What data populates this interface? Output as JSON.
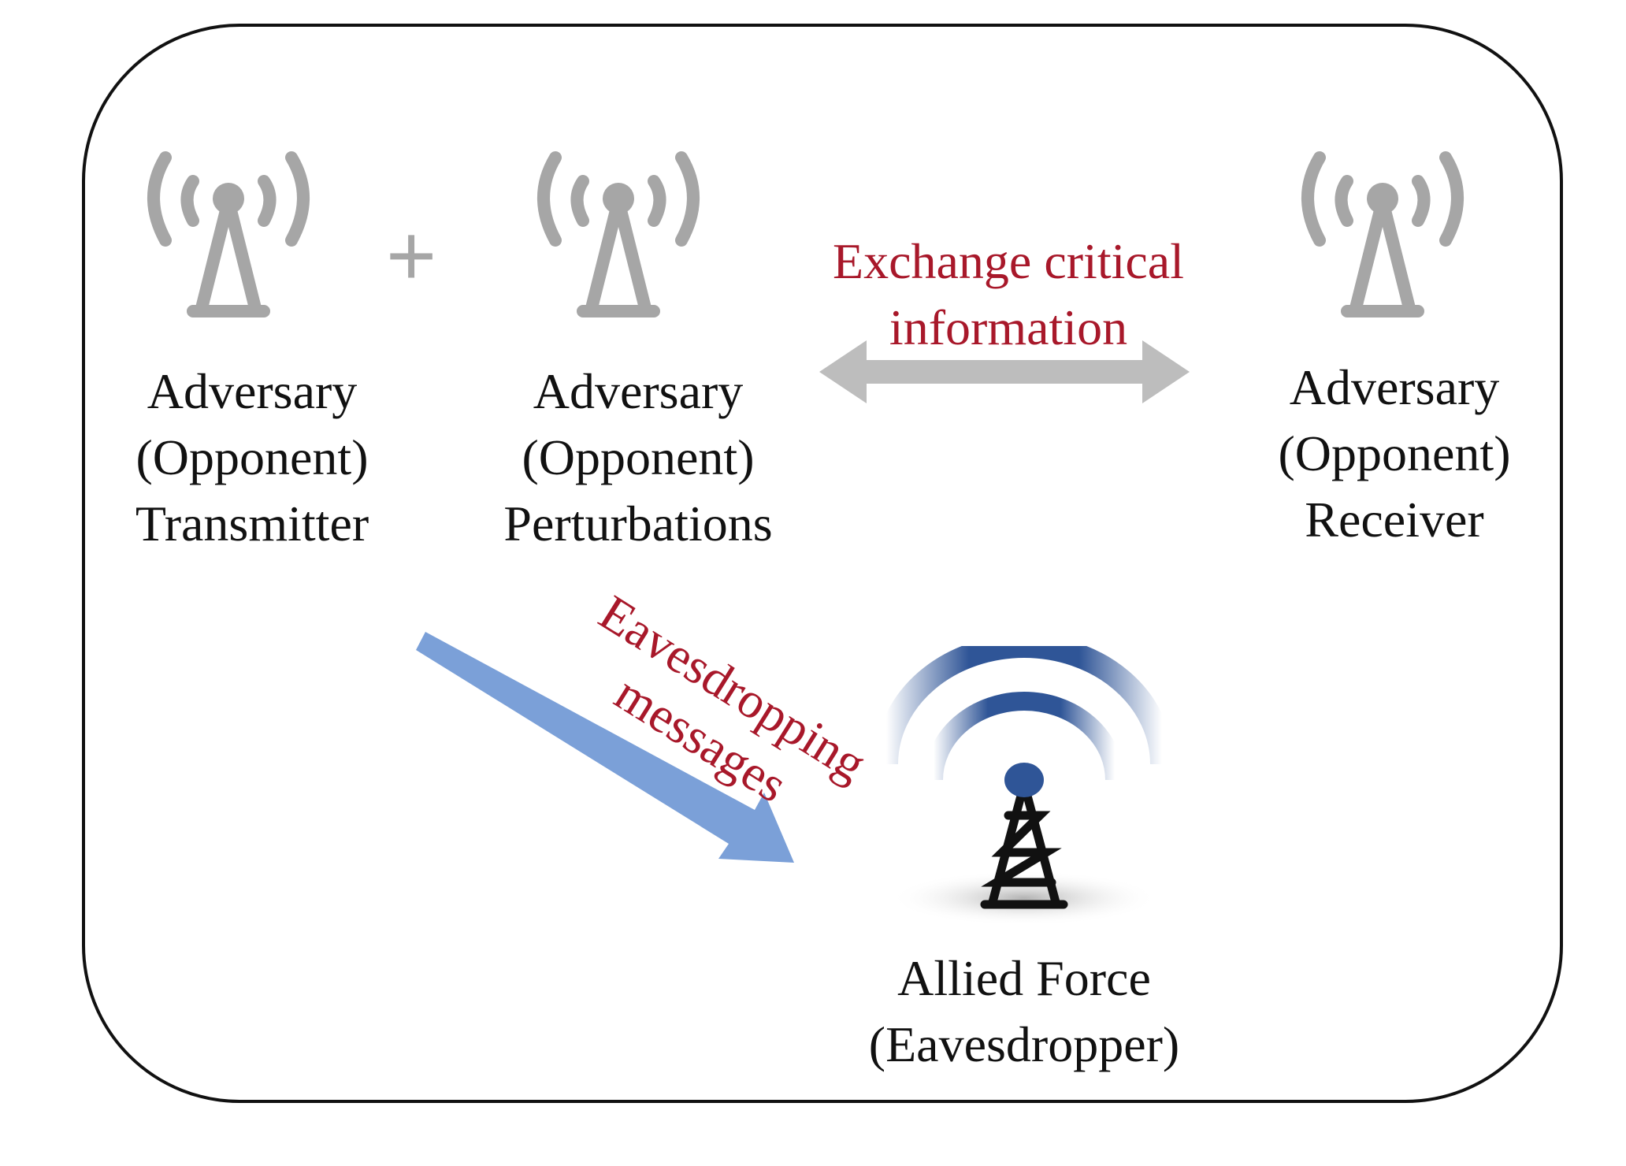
{
  "nodes": {
    "transmitter": {
      "line1": "Adversary",
      "line2": "(Opponent)",
      "line3": "Transmitter"
    },
    "perturbations": {
      "line1": "Adversary",
      "line2": "(Opponent)",
      "line3": "Perturbations"
    },
    "receiver": {
      "line1": "Adversary",
      "line2": "(Opponent)",
      "line3": "Receiver"
    },
    "eavesdropper": {
      "line1": "Allied Force",
      "line2": "(Eavesdropper)"
    }
  },
  "plus_sign": "+",
  "edges": {
    "exchange": {
      "line1": "Exchange critical",
      "line2": "information"
    },
    "eavesdropping": {
      "line1": "Eavesdropping",
      "line2": "messages"
    }
  },
  "icons": {
    "adversary": "radio-tower-icon",
    "allied": "broadcast-tower-icon"
  },
  "colors": {
    "adversary_icon": "#a6a6a6",
    "edge_label": "#a8182a",
    "exchange_arrow": "#bdbdbd",
    "eavesdrop_arrow": "#7ba0d8",
    "allied_tower": "#111111",
    "allied_waves": "#2f5597"
  }
}
